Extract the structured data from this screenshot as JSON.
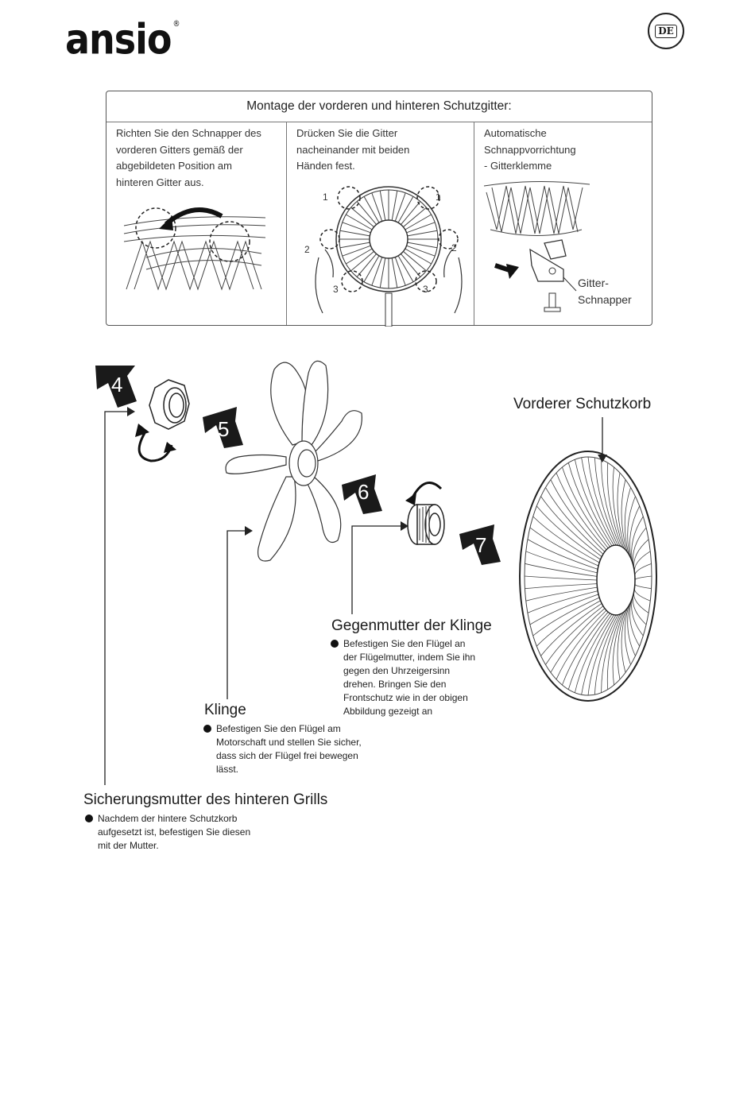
{
  "brand": {
    "logo_text": "ansio",
    "registered": "®"
  },
  "language_badge": "DE",
  "grille_assembly": {
    "title": "Montage der vorderen und hinteren Schutzgitter:",
    "columns": [
      {
        "text": "Richten Sie den Schnapper des\nvorderen Gitters gemäß der\nabgebildeten Position am\nhinteren Gitter aus."
      },
      {
        "text": "Drücken Sie die Gitter\nnacheinander mit beiden\nHänden fest.",
        "markers": [
          "1",
          "1",
          "2",
          "2",
          "3",
          "3"
        ]
      },
      {
        "text": "Automatische\nSchnappvorrichtung\n- Gitterklemme",
        "clip_label": "Gitter-\nSchnapper"
      }
    ]
  },
  "steps": [
    "4",
    "5",
    "6",
    "7"
  ],
  "parts": {
    "front_guard": {
      "label": "Vorderer Schutzkorb"
    },
    "blade_nut": {
      "label": "Gegenmutter der Klinge",
      "note": "Befestigen Sie den Flügel an\nder Flügelmutter, indem Sie ihn\ngegen den Uhrzeigersinn\ndrehen. Bringen Sie den\nFrontschutz wie in der obigen\nAbbildung gezeigt an"
    },
    "blade": {
      "label": "Klinge",
      "note": "Befestigen Sie den Flügel am\nMotorschaft und stellen Sie sicher,\ndass sich der Flügel frei bewegen\nlässt."
    },
    "rear_nut": {
      "label": "Sicherungsmutter des hinteren Grills",
      "note": "Nachdem der hintere Schutzkorb\naufgesetzt ist, befestigen Sie diesen\nmit der Mutter."
    }
  },
  "colors": {
    "ink": "#1a1a1a",
    "line": "#555555"
  }
}
